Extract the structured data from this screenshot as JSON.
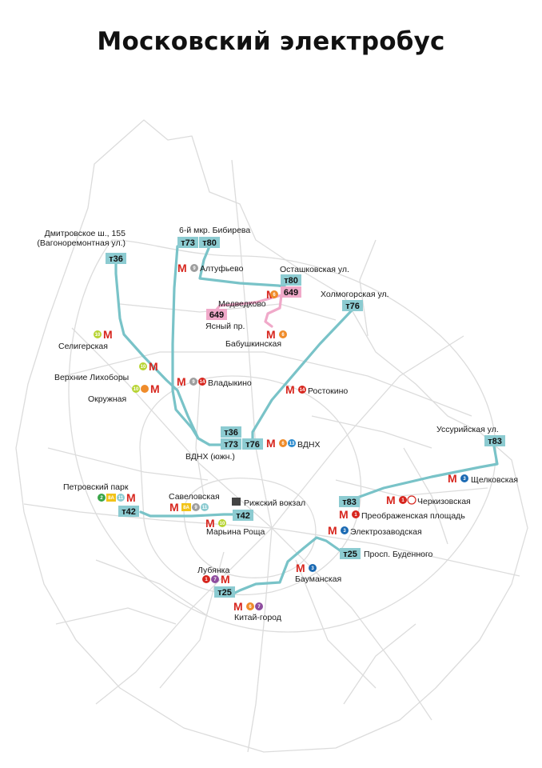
{
  "title": "Московский электробус",
  "colors": {
    "route": "#79c3c8",
    "route_alt": "#f0a9c9",
    "badge_bg": "#8ccbd1",
    "metro": "#d7261e",
    "roads": "#d9d9d9"
  },
  "badges": {
    "t36_north": "т36",
    "t73_north": "т73",
    "t80_north": "т80",
    "t80_ost": "т80",
    "b649_ost": "649",
    "b649_yasny": "649",
    "t76_holm": "т76",
    "t36_vdnh": "т36",
    "t73_vdnh": "т73",
    "t76_vdnh": "т76",
    "t83_ussur": "т83",
    "t83_cherk": "т83",
    "t42_petr": "т42",
    "t42_sav": "т42",
    "t25_buden": "т25",
    "t25_luby": "т25"
  },
  "labels": {
    "dmitrovskoe_1": "Дмитровское ш., 155",
    "dmitrovskoe_2": "(Вагоноремонтная ул.)",
    "bibirevo": "6-й мкр. Бибирева",
    "altufyevo": "Алтуфьево",
    "ostashkovskaya": "Осташковская ул.",
    "medvedkovo": "Медведково",
    "yasny": "Ясный пр.",
    "babushkinskaya": "Бабушкинская",
    "holmogorskaya": "Холмогорская ул.",
    "seligerskaya": "Селигерская",
    "verhnie": "Верхние Лихоборы",
    "okruzhnaya": "Окружная",
    "vladykino": "Владыкино",
    "rostokino": "Ростокино",
    "vdnh_south": "ВДНХ (южн.)",
    "vdnh": "ВДНХ",
    "ussuriyskaya": "Уссурийская ул.",
    "schelkovskaya": "Щелковская",
    "cherkizovskaya": "Черкизовская",
    "preobrazhenskaya": "Преображенская площадь",
    "petrovsky": "Петровский парк",
    "savelovskaya": "Савеловская",
    "rizhsky": "Рижский вокзал",
    "maryina": "Марьина Роща",
    "elektrozavodskaya": "Электрозаводская",
    "budennogo": "Просп. Буденного",
    "baumanskaya": "Бауманская",
    "lubyanka": "Лубянка",
    "kitay": "Китай-город"
  },
  "metro_lines": {
    "l1": "1",
    "l2": "2",
    "l3": "3",
    "l6": "6",
    "l7": "7",
    "l8a": "8А",
    "l9": "9",
    "l10": "10",
    "l11": "11",
    "l13": "13",
    "l14": "14"
  }
}
